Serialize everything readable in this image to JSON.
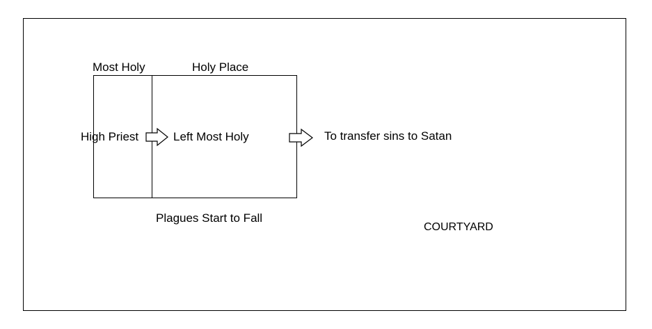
{
  "diagram": {
    "labels": {
      "most_holy": "Most Holy",
      "holy_place": "Holy Place",
      "high_priest": "High Priest",
      "left_most_holy": "Left Most Holy",
      "transfer_sins": "To transfer sins to Satan",
      "plagues": "Plagues Start to Fall",
      "courtyard": "COURTYARD"
    },
    "colors": {
      "stroke": "#000000",
      "background": "#ffffff"
    }
  }
}
